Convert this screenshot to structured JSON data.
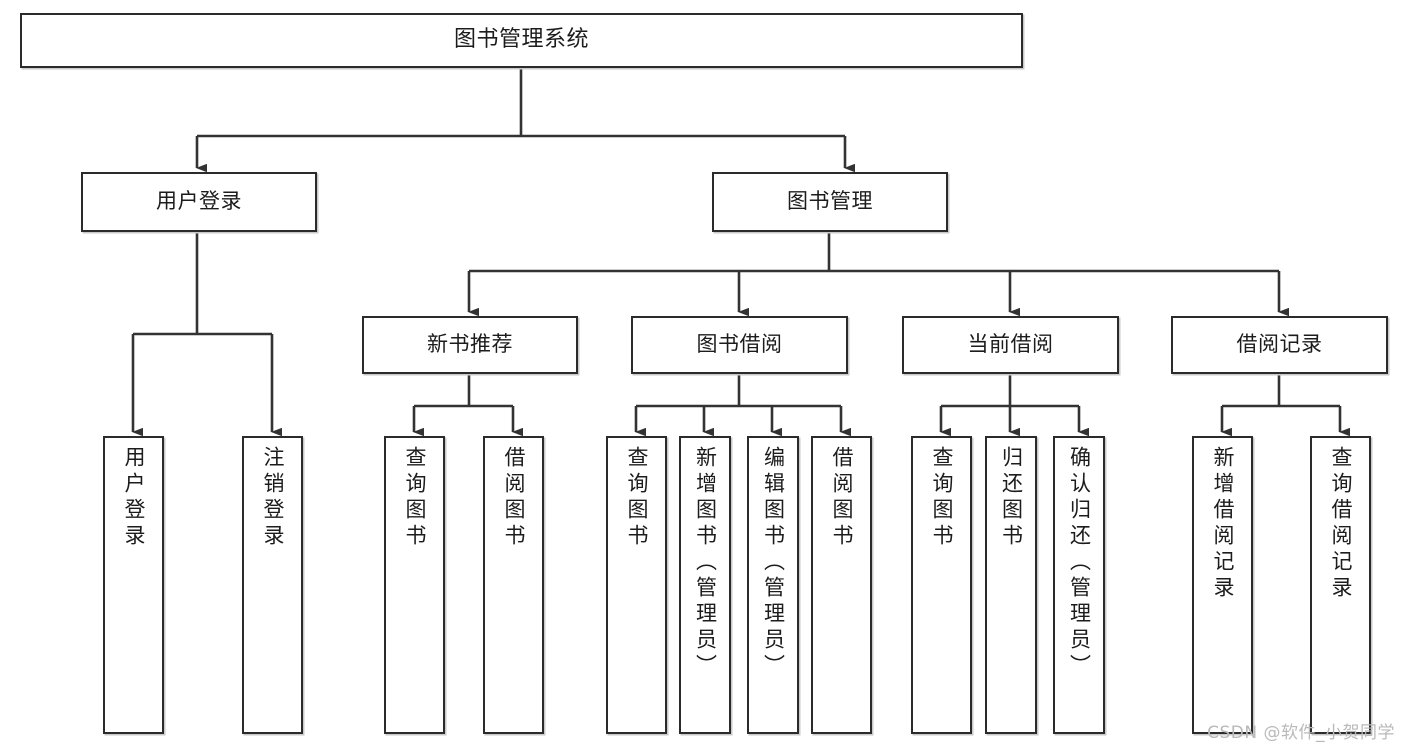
{
  "diagram": {
    "title": "图书管理系统",
    "watermark": "CSDN @软件_小贺同学",
    "colors": {
      "box_border": "#2b2b2b",
      "box_fill": "#ffffff",
      "connector": "#333333",
      "text": "#1c1c1c",
      "watermark": "#b9b9b9"
    },
    "root": {
      "label": "图书管理系统"
    },
    "level2": [
      {
        "label": "用户登录"
      },
      {
        "label": "图书管理"
      }
    ],
    "level3": [
      {
        "label": "新书推荐"
      },
      {
        "label": "图书借阅"
      },
      {
        "label": "当前借阅"
      },
      {
        "label": "借阅记录"
      }
    ],
    "leaves": {
      "user_login": [
        {
          "label": "用户登录"
        },
        {
          "label": "注销登录"
        }
      ],
      "new_book": [
        {
          "label": "查询图书"
        },
        {
          "label": "借阅图书"
        }
      ],
      "book_borrow": [
        {
          "label": "查询图书"
        },
        {
          "label": "新增图书（管理员）"
        },
        {
          "label": "编辑图书（管理员）"
        },
        {
          "label": "借阅图书"
        }
      ],
      "current_borrow": [
        {
          "label": "查询图书"
        },
        {
          "label": "归还图书"
        },
        {
          "label": "确认归还（管理员）"
        }
      ],
      "borrow_record": [
        {
          "label": "新增借阅记录"
        },
        {
          "label": "查询借阅记录"
        }
      ]
    }
  },
  "chart_data": {
    "type": "table",
    "title": "图书管理系统 功能结构图",
    "nodes": [
      {
        "id": "root",
        "label": "图书管理系统",
        "level": 0,
        "parent": null
      },
      {
        "id": "user-login",
        "label": "用户登录",
        "level": 1,
        "parent": "root"
      },
      {
        "id": "book-manage",
        "label": "图书管理",
        "level": 1,
        "parent": "root"
      },
      {
        "id": "user-login-leaf-1",
        "label": "用户登录",
        "level": 2,
        "parent": "user-login"
      },
      {
        "id": "user-login-leaf-2",
        "label": "注销登录",
        "level": 2,
        "parent": "user-login"
      },
      {
        "id": "new-book",
        "label": "新书推荐",
        "level": 2,
        "parent": "book-manage"
      },
      {
        "id": "book-borrow",
        "label": "图书借阅",
        "level": 2,
        "parent": "book-manage"
      },
      {
        "id": "current-borrow",
        "label": "当前借阅",
        "level": 2,
        "parent": "book-manage"
      },
      {
        "id": "borrow-record",
        "label": "借阅记录",
        "level": 2,
        "parent": "book-manage"
      },
      {
        "id": "new-book-leaf-1",
        "label": "查询图书",
        "level": 3,
        "parent": "new-book"
      },
      {
        "id": "new-book-leaf-2",
        "label": "借阅图书",
        "level": 3,
        "parent": "new-book"
      },
      {
        "id": "book-borrow-leaf-1",
        "label": "查询图书",
        "level": 3,
        "parent": "book-borrow"
      },
      {
        "id": "book-borrow-leaf-2",
        "label": "新增图书（管理员）",
        "level": 3,
        "parent": "book-borrow"
      },
      {
        "id": "book-borrow-leaf-3",
        "label": "编辑图书（管理员）",
        "level": 3,
        "parent": "book-borrow"
      },
      {
        "id": "book-borrow-leaf-4",
        "label": "借阅图书",
        "level": 3,
        "parent": "book-borrow"
      },
      {
        "id": "current-borrow-leaf-1",
        "label": "查询图书",
        "level": 3,
        "parent": "current-borrow"
      },
      {
        "id": "current-borrow-leaf-2",
        "label": "归还图书",
        "level": 3,
        "parent": "current-borrow"
      },
      {
        "id": "current-borrow-leaf-3",
        "label": "确认归还（管理员）",
        "level": 3,
        "parent": "current-borrow"
      },
      {
        "id": "borrow-record-leaf-1",
        "label": "新增借阅记录",
        "level": 3,
        "parent": "borrow-record"
      },
      {
        "id": "borrow-record-leaf-2",
        "label": "查询借阅记录",
        "level": 3,
        "parent": "borrow-record"
      }
    ]
  }
}
